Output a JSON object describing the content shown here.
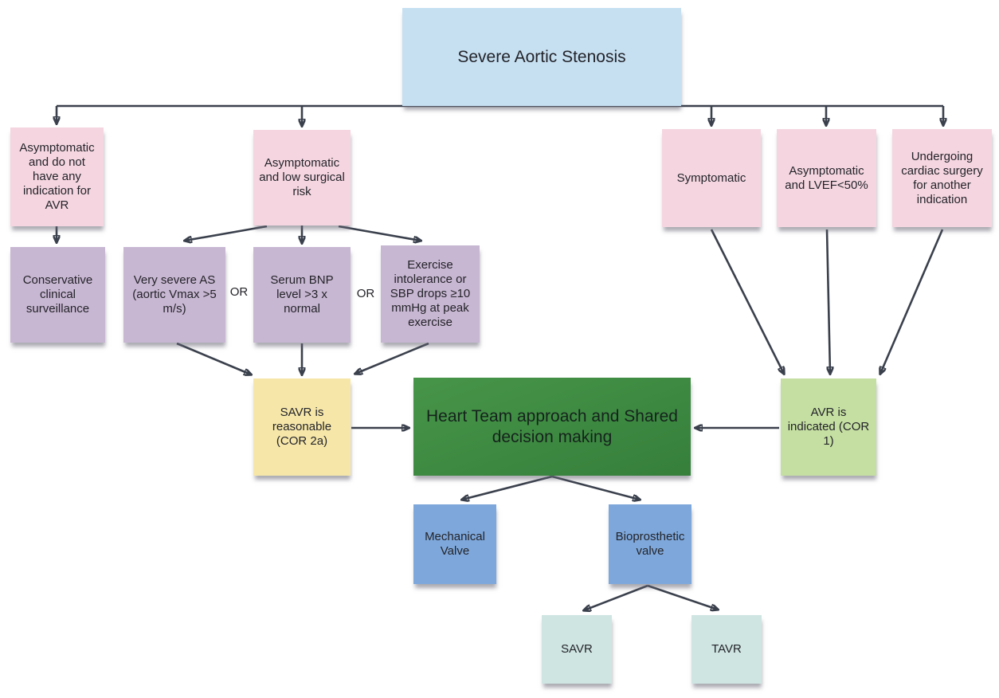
{
  "diagram": {
    "title": "Severe Aortic Stenosis",
    "or_label": "OR",
    "nodes": {
      "severe_aortic_stenosis": "Severe Aortic Stenosis",
      "asymptomatic_no_avr": "Asymptomatic and do not have any indication for AVR",
      "conservative": "Conservative clinical surveillance",
      "asymptomatic_low_risk": "Asymptomatic and low surgical risk",
      "very_severe_as": "Very severe AS (aortic Vmax >5 m/s)",
      "serum_bnp": "Serum BNP level >3 x normal",
      "exercise_intolerance": "Exercise intolerance or SBP drops ≥10 mmHg at peak exercise",
      "savr_reasonable": "SAVR is reasonable (COR 2a)",
      "heart_team": "Heart Team approach and Shared decision making",
      "symptomatic": "Symptomatic",
      "asymptomatic_lvef": "Asymptomatic and LVEF<50%",
      "undergoing_surgery": "Undergoing cardiac surgery for another indication",
      "avr_indicated": "AVR is indicated (COR 1)",
      "mechanical_valve": "Mechanical Valve",
      "bioprosthetic_valve": "Bioprosthetic valve",
      "savr": "SAVR",
      "tavr": "TAVR"
    }
  },
  "colors": {
    "node_blue": "#c6e0f2",
    "node_pink": "#f5d6e0",
    "node_purple": "#c8b7d2",
    "node_yellow": "#f6e7a9",
    "node_green_dark": "#3d8b43",
    "node_green_light": "#c5dfa2",
    "node_blue_mid": "#7ea8db",
    "node_cyan": "#cfe5e2",
    "connector": "#3a404c",
    "text": "#232329"
  }
}
